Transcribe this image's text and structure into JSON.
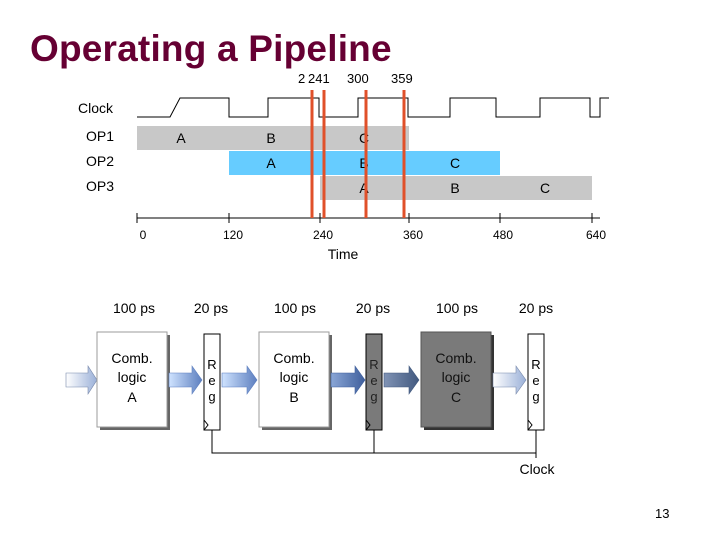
{
  "title": "Operating a Pipeline",
  "slide_number": "13",
  "colors": {
    "title": "#660033",
    "lightblue": "#66ccff",
    "gray": "#c8c8c8",
    "red": "#e0502a"
  },
  "markers": [
    "2",
    "241",
    "300",
    "359"
  ],
  "timeline": {
    "clock_label": "Clock",
    "ops": [
      {
        "label": "OP1",
        "stages": [
          "A",
          "B",
          "C"
        ]
      },
      {
        "label": "OP2",
        "stages": [
          "A",
          "B",
          "C"
        ]
      },
      {
        "label": "OP3",
        "stages": [
          "A",
          "B",
          "C"
        ]
      }
    ],
    "ticks": [
      "0",
      "120",
      "240",
      "360",
      "480",
      "640"
    ],
    "axis_label": "Time"
  },
  "hardware": {
    "delays": [
      "100 ps",
      "20 ps",
      "100 ps",
      "20 ps",
      "100 ps",
      "20 ps"
    ],
    "blocks": [
      {
        "line1": "Comb.",
        "line2": "logic",
        "line3": "A"
      },
      {
        "line1": "Comb.",
        "line2": "logic",
        "line3": "B"
      },
      {
        "line1": "Comb.",
        "line2": "logic",
        "line3": "C"
      }
    ],
    "reg_letters": [
      "R",
      "e",
      "g"
    ],
    "clock_label": "Clock"
  }
}
